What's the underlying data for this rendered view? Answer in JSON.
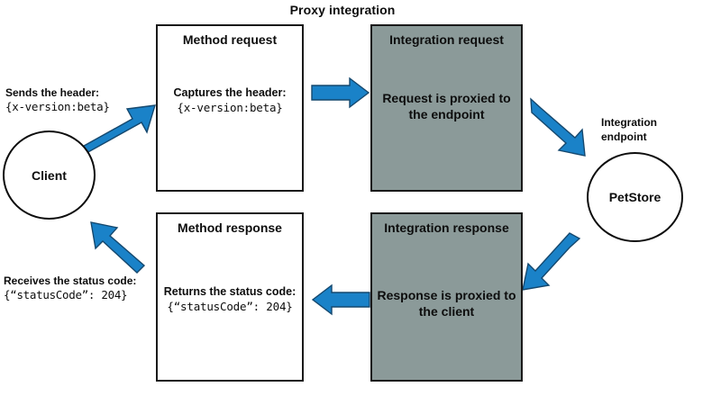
{
  "diagram": {
    "title": "Proxy integration",
    "accent_color": "#1a82c8",
    "arrow_outline_color": "#15486e",
    "gray_fill": "#8b9a99",
    "stroke_color": "#1a1a1a"
  },
  "nodes": {
    "client": {
      "label": "Client",
      "request_note_line1": "Sends the header:",
      "request_note_line2": "{x-version:beta}",
      "response_note_line1": "Receives the status code:",
      "response_note_line2": "{“statusCode”: 204}"
    },
    "endpoint": {
      "caption_line1": "Integration",
      "caption_line2": "endpoint",
      "label": "PetStore"
    }
  },
  "stages": [
    {
      "id": "method-request",
      "title": "Method request",
      "body_line1": "Captures the header:",
      "body_line2": "{x-version:beta}",
      "fill": "white"
    },
    {
      "id": "integration-request",
      "title": "Integration request",
      "body_line1": "Request is proxied to",
      "body_line2": "the endpoint",
      "fill": "gray"
    },
    {
      "id": "method-response",
      "title": "Method response",
      "body_line1": "Returns the status code:",
      "body_line2": "{“statusCode”: 204}",
      "fill": "white"
    },
    {
      "id": "integration-response",
      "title": "Integration response",
      "body_line1": "Response is proxied to",
      "body_line2": "the client",
      "fill": "gray"
    }
  ],
  "arrows": [
    {
      "id": "client-to-method-request",
      "direction": "up-right"
    },
    {
      "id": "method-request-to-integration-request",
      "direction": "right"
    },
    {
      "id": "integration-request-to-endpoint",
      "direction": "down-right"
    },
    {
      "id": "endpoint-to-integration-response",
      "direction": "down-left"
    },
    {
      "id": "integration-response-to-method-response",
      "direction": "left"
    },
    {
      "id": "method-response-to-client",
      "direction": "up-left"
    }
  ]
}
